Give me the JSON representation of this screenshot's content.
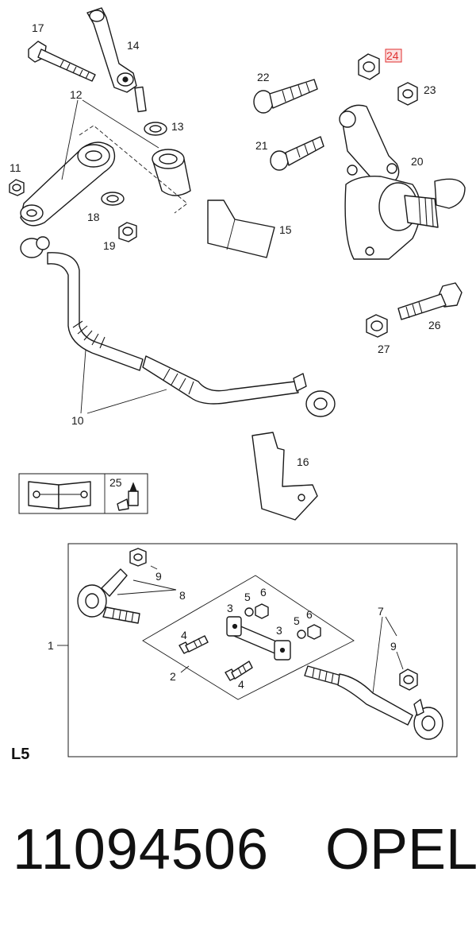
{
  "callouts": {
    "c1": "1",
    "c2": "2",
    "c3a": "3",
    "c3b": "3",
    "c4a": "4",
    "c4b": "4",
    "c5a": "5",
    "c5b": "5",
    "c6a": "6",
    "c6b": "6",
    "c7": "7",
    "c8": "8",
    "c9a": "9",
    "c9b": "9",
    "c10": "10",
    "c11": "11",
    "c12": "12",
    "c13": "13",
    "c14": "14",
    "c15": "15",
    "c16": "16",
    "c17": "17",
    "c18": "18",
    "c19": "19",
    "c20": "20",
    "c21": "21",
    "c22": "22",
    "c23": "23",
    "c24": "24",
    "c25": "25",
    "c26": "26",
    "c27": "27"
  },
  "highlighted_callout": "24",
  "highlight_color": "#e03030",
  "diagram_label": "L5",
  "part_number": "11094506",
  "brand": "OPEL",
  "icons": [
    "manual-book-wrench-icon",
    "grease-tube-icon"
  ]
}
